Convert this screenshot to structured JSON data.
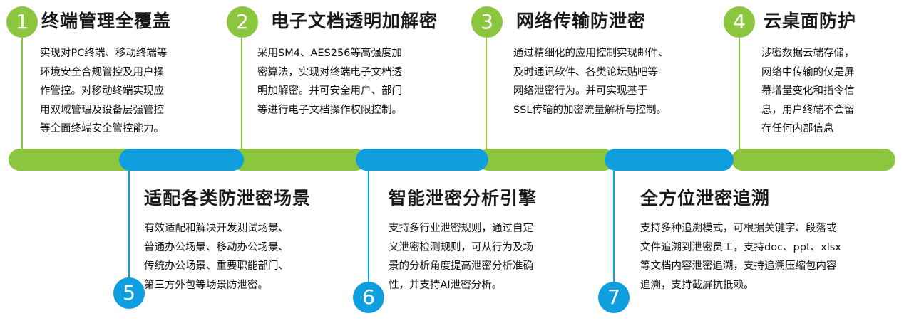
{
  "colors": {
    "green": "#8cc63f",
    "blue": "#0f9fde"
  },
  "items": [
    {
      "num": "1",
      "title": "终端管理全覆盖",
      "color": "green",
      "desc": "实现对PC终端、移动终端等\n环境安全合规管控及用户操\n作管控。对移动终端实现应\n用双域管理及设备层强管控\n等全面终端安全管控能力。"
    },
    {
      "num": "2",
      "title": "电子文档透明加解密",
      "color": "green",
      "desc": "采用SM4、AES256等高强度加\n密算法，实现对终端电子文档透\n明加解密。并可安全用户、部门\n等进行电子文档操作权限控制。"
    },
    {
      "num": "3",
      "title": "网络传输防泄密",
      "color": "green",
      "desc": "通过精细化的应用控制实现邮件、\n及时通讯软件、各类论坛贴吧等\n网络泄密行为。并可实现基于\nSSL传输的加密流量解析与控制。"
    },
    {
      "num": "4",
      "title": "云桌面防护",
      "color": "green",
      "desc": "涉密数据云端存储，\n网络中传输的仅是屏\n幕增量变化和指令信\n息，用户终端不会留\n存任何内部信息"
    },
    {
      "num": "5",
      "title": "适配各类防泄密场景",
      "color": "blue",
      "desc": "有效适配和解决开发测试场景、\n普通办公场景、移动办公场景、\n传统办公场景、重要职能部门、\n第三方外包等场景防泄密。"
    },
    {
      "num": "6",
      "title": "智能泄密分析引擎",
      "color": "blue",
      "desc": "支持多行业泄密规则，通过自定\n义泄密检测规则，可从行为及场\n景的分析角度提高泄密分析准确\n性，并支持AI泄密分析。"
    },
    {
      "num": "7",
      "title": "全方位泄密追溯",
      "color": "blue",
      "desc": "支持多种追溯模式，可根据关键字、段落或\n文件追溯到泄密员工，支持doc、ppt、xlsx\n等文档内容泄密追溯，支持追溯压缩包内容\n追溯，支持截屏抗抵赖。"
    }
  ]
}
